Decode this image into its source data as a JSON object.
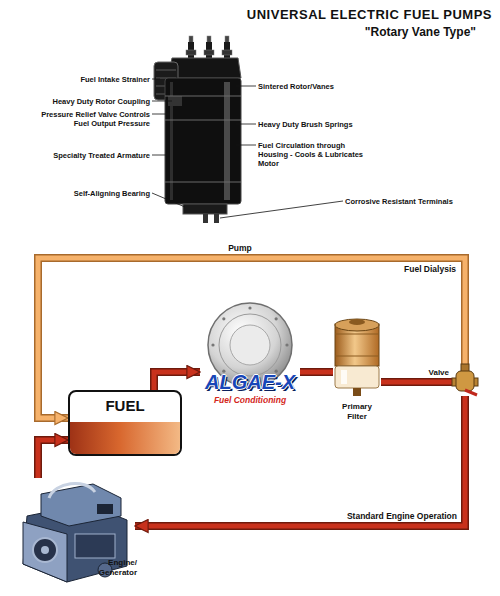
{
  "diagram": {
    "title": "UNIVERSAL ELECTRIC FUEL PUMPS",
    "nodes": [
      {
        "text": [
          "FUEL"
        ]
      },
      {
        "text": [
          "ALGAE-X",
          "Fuel Conditioning"
        ]
      },
      {
        "text": [
          "Primary Filter"
        ]
      },
      {
        "text": [
          "Valve"
        ]
      },
      {
        "text": [
          "Engine/ Generator"
        ]
      }
    ],
    "edges": [
      {
        "from": 0,
        "to": 1,
        "arrow": "to"
      },
      {
        "from": 1,
        "to": 2,
        "arrow": "none"
      },
      {
        "from": 2,
        "to": 3,
        "arrow": "none"
      },
      {
        "from": 3,
        "to": 4,
        "label": "Standard Engine Operation",
        "arrow": "to"
      },
      {
        "from": 4,
        "to": 0,
        "arrow": "to"
      },
      {
        "from": 3,
        "to": 0,
        "label": "Fuel Dialysis",
        "arrow": "to"
      }
    ],
    "labels": [
      "\"Rotary Vane Type\"",
      "Fuel Intake Strainer",
      "Heavy Duty Rotor Coupling",
      "Pressure Relief Valve Controls Fuel Output Pressure",
      "Specialty Treated Armature",
      "Self-Aligning Bearing",
      "Sintered Rotor/Vanes",
      "Heavy Duty Brush Springs",
      "Fuel Circulation through Housing - Cools & Lubricates Motor",
      "Corrosive Resistant Terminals",
      "Pump"
    ]
  }
}
